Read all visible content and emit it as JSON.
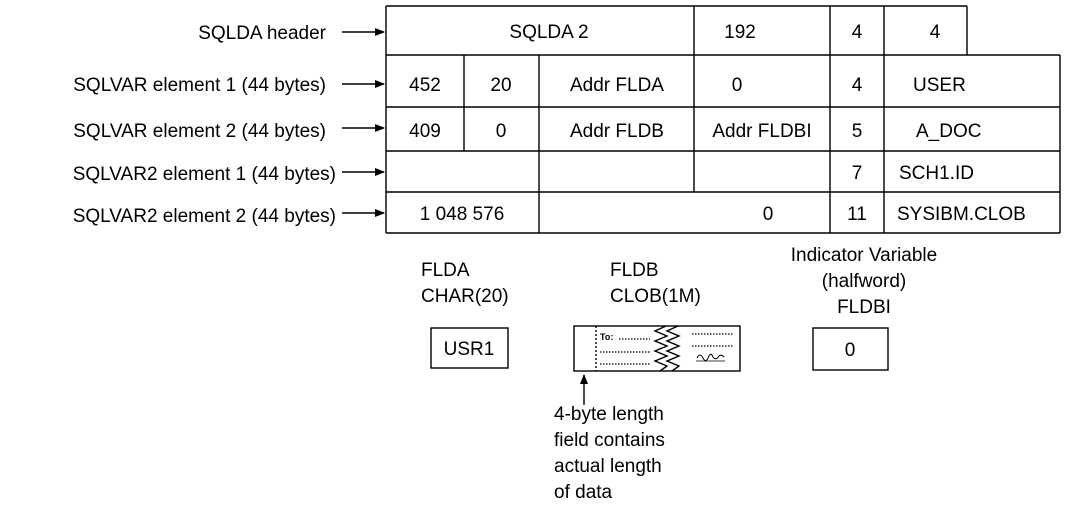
{
  "row_labels": [
    "SQLDA header",
    "SQLVAR element 1 (44 bytes)",
    "SQLVAR element 2 (44 bytes)",
    "SQLVAR2 element 1 (44 bytes)",
    "SQLVAR2 element 2 (44 bytes)"
  ],
  "header": {
    "sqldaid": "SQLDA 2",
    "sqldabc": "192",
    "sqln": "4",
    "sqld": "4"
  },
  "sqlvar1": {
    "type": "452",
    "len": "20",
    "data": "Addr FLDA",
    "ind": "0",
    "namelen": "4",
    "name": "USER"
  },
  "sqlvar2": {
    "type": "409",
    "len": "0",
    "data": "Addr FLDB",
    "ind": "Addr FLDBI",
    "namelen": "5",
    "name": "A_DOC"
  },
  "sqlvar2_1": {
    "namelen": "7",
    "name": "SCH1.ID"
  },
  "sqlvar2_2": {
    "longlen": "1 048 576",
    "ptr": "0",
    "namelen": "11",
    "name": "SYSIBM.CLOB"
  },
  "flda": {
    "line1": "FLDA",
    "line2": "CHAR(20)",
    "value": "USR1"
  },
  "fldb": {
    "line1": "FLDB",
    "line2": "CLOB(1M)",
    "note": [
      "4-byte length",
      "field contains",
      "actual length",
      "of data"
    ],
    "letter_to": "To:"
  },
  "indicator": {
    "line1": "Indicator Variable",
    "line2": "(halfword)",
    "line3": "FLDBI",
    "value": "0"
  }
}
